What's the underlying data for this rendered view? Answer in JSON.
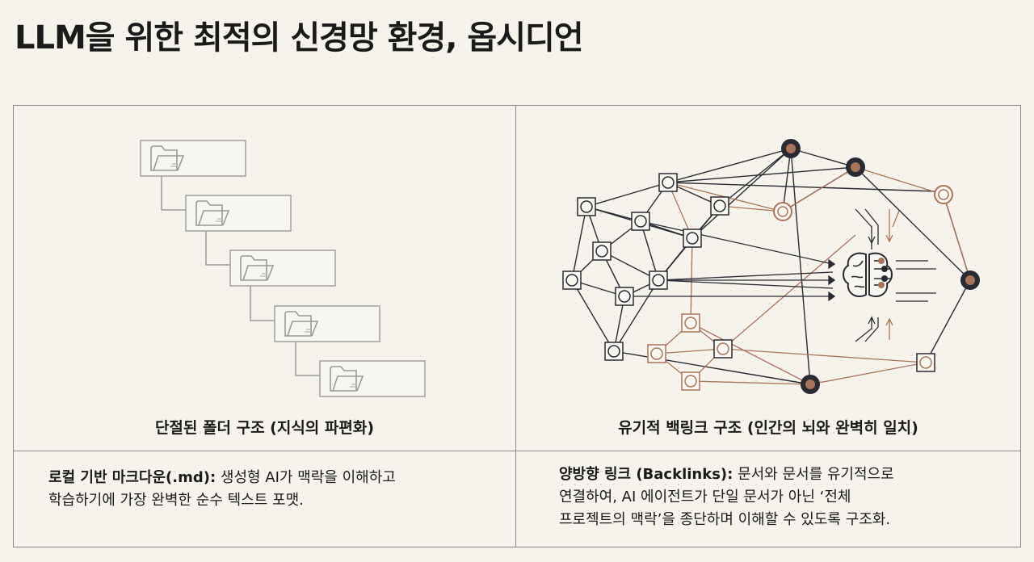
{
  "title": "LLM을 위한 최적의 신경망 환경, 옵시디언",
  "left_panel": {
    "caption": "단절된 폴더 구조 (지식의 파편화)",
    "folders_icon": "folder-icon",
    "description_bold": "로컬 기반 마크다운(.md):",
    "description_line1": " 생성형 AI가 맥락을 이해하고",
    "description_line2": "학습하기에 가장 완벽한 순수 텍스트 포맷."
  },
  "right_panel": {
    "caption": "유기적 백링크 구조 (인간의 뇌와 완벽히 일치)",
    "center_icon": "brain-icon",
    "description_bold": "양방향 링크 (Backlinks):",
    "description_line1": " 문서와 문서를 유기적으로",
    "description_line2": "연결하여, AI 에이전트가 단일 문서가 아닌 ‘전체",
    "description_line3": "프로젝트의 맥락’을 종단하며 이해할 수 있도록 구조화."
  },
  "colors": {
    "dark": "#2a2a33",
    "accent": "#a8755a",
    "line": "#8a8a86"
  }
}
